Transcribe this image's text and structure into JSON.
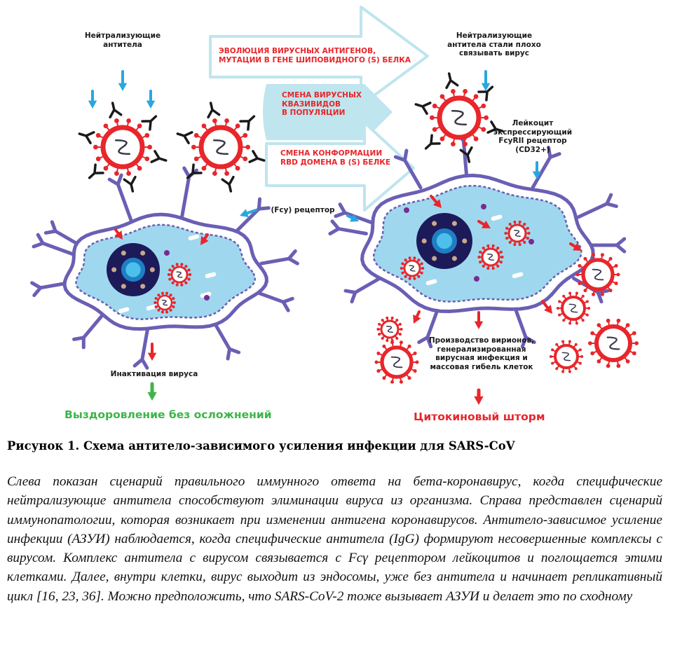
{
  "labels": {
    "left_neutralizing": "Нейтрализующие\nантитела",
    "right_neutralizing": "Нейтрализующие\nантитела стали плохо\nсвязывать вирус",
    "leukocyte": "Лейкоцит\nэкспрессирующий\nFcyRII рецептор\n(CD32+)",
    "fc_receptor": "(Fcy) рецептор",
    "inactivation": "Инактивация вируса",
    "production": "Производство вирионов,\nгенерализированная\nвирусная инфекция и\nмассовая гибель клеток"
  },
  "flow": {
    "evolution": "ЭВОЛЮЦИЯ ВИРУСНЫХ АНТИГЕНОВ,\nМУТАЦИИ В ГЕНЕ ШИПОВИДНОГО (S) БЕЛКА",
    "quasispecies": "СМЕНА ВИРУСНЫХ\nКВАЗИВИДОВ\nВ ПОПУЛЯЦИИ",
    "rbd": "СМЕНА КОНФОРМАЦИИ\nRBD ДОМЕНА В (S) БЕЛКЕ"
  },
  "outcomes": {
    "recovery": "Выздоровление без осложнений",
    "storm": "Цитокиновый шторм"
  },
  "colors": {
    "red": "#e8262b",
    "green": "#3db54a",
    "blue_arrow": "#29a7df",
    "cell_fill": "#9fd8ee",
    "cell_border": "#6a5fb4",
    "nucleus": "#1d1a5a",
    "flow_band": "#bfe5ee"
  },
  "caption": {
    "title": "Рисунок 1. Схема антитело-зависимого усиления инфекции для SARS-CoV",
    "body": "Слева показан сценарий правильного иммунного ответа на бета-коронавирус, когда специфические нейтрализующие антитела способствуют элиминации вируса из организма. Справа представлен сценарий иммунопатологии, которая возникает при изменении антигена коронавирусов. Антитело-зависимое усиление инфекции (АЗУИ) наблюдается, когда специфические антитела (IgG) формируют несовершенные комплексы с вирусом. Комплекс антитела с вирусом связывается с Fcγ рецептором лейкоцитов и поглощается этими клетками. Далее, внутри клетки, вирус выходит из эндосомы, уже без антитела и начинает репликативный цикл [16, 23, 36]. Можно предположить, что SARS-CoV-2 тоже вызывает АЗУИ и делает это по сходному"
  }
}
